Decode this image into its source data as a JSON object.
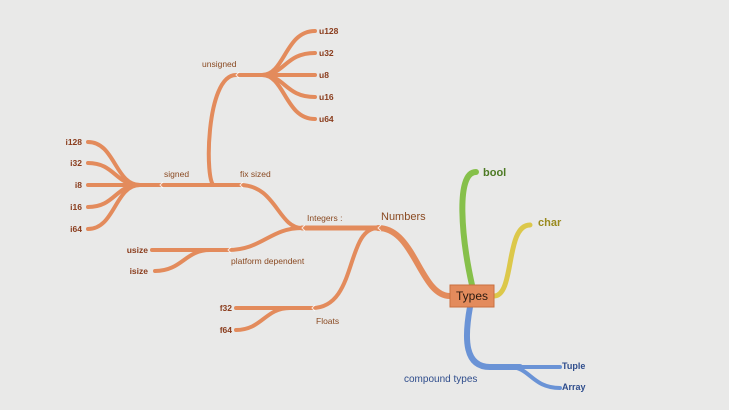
{
  "colors": {
    "background": "#e9e9e8",
    "numbers_branch": "#e38b5c",
    "bool_branch": "#86c04a",
    "char_branch": "#dcc84a",
    "compound_branch": "#6a93d6",
    "root_fill": "#e38b5c"
  },
  "root": {
    "label": "Types"
  },
  "numbers": {
    "label": "Numbers",
    "integers": {
      "label": "Integers :",
      "fix_sized": {
        "label": "fix sized",
        "unsigned": {
          "label": "unsigned",
          "items": [
            "u128",
            "u32",
            "u8",
            "u16",
            "u64"
          ]
        },
        "signed": {
          "label": "signed",
          "items": [
            "i128",
            "i32",
            "i8",
            "i16",
            "i64"
          ]
        }
      },
      "platform_dependent": {
        "label": "platform dependent",
        "items": [
          "usize",
          "isize"
        ]
      }
    },
    "floats": {
      "label": "Floats",
      "items": [
        "f32",
        "f64"
      ]
    }
  },
  "bool": {
    "label": "bool"
  },
  "char": {
    "label": "char"
  },
  "compound": {
    "label": "compound types",
    "items": [
      "Tuple",
      "Array"
    ]
  }
}
